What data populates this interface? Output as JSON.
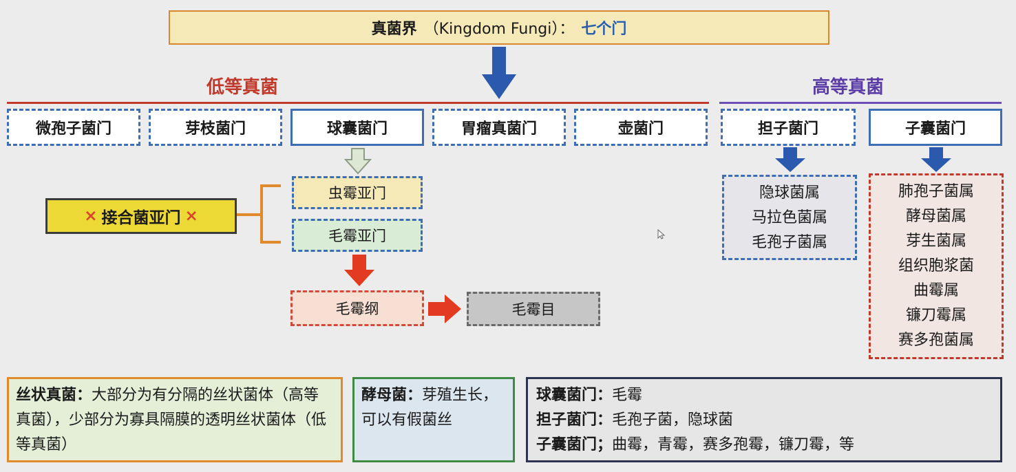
{
  "title": {
    "prefix": "真菌界",
    "latin": "（Kingdom Fungi）：",
    "count": "七个门"
  },
  "sections": {
    "lower": "低等真菌",
    "higher": "高等真菌"
  },
  "phyla": {
    "microsporidia": "微孢子菌门",
    "blastocladio": "芽枝菌门",
    "glomero": "球囊菌门",
    "neocallimasti": "胃瘤真菌门",
    "chytridio": "壶菌门",
    "basidio": "担子菌门",
    "asco": "子囊菌门"
  },
  "subphyla": {
    "zygo": "接合菌亚门",
    "zygo_mark": "×",
    "zoopago": "虫霉亚门",
    "mucoro": "毛霉亚门"
  },
  "lineage": {
    "class": "毛霉纲",
    "order": "毛霉目"
  },
  "basidio_genera": [
    "隐球菌属",
    "马拉色菌属",
    "毛孢子菌属"
  ],
  "asco_genera": [
    "肺孢子菌属",
    "酵母菌属",
    "芽生菌属",
    "组织胞浆菌",
    "曲霉属",
    "镰刀霉属",
    "赛多孢菌属"
  ],
  "notes": {
    "filament_label": "丝状真菌：",
    "filament_text": "大部分为有分隔的丝状菌体（高等真菌），少部分为寡具隔膜的透明丝状菌体（低等真菌）",
    "yeast_label": "酵母菌：",
    "yeast_text": "芽殖生长，可以有假菌丝",
    "examples": [
      {
        "label": "球囊菌门：",
        "text": "毛霉"
      },
      {
        "label": "担子菌门：",
        "text": "毛孢子菌，隐球菌"
      },
      {
        "label": "子囊菌门；",
        "text": "曲霉，青霉，赛多孢霉，镰刀霉，等"
      }
    ]
  },
  "colors": {
    "blue_arrow": "#2b59ad",
    "red_arrow": "#e23b22",
    "pale_arrow": "#dde8d4"
  }
}
